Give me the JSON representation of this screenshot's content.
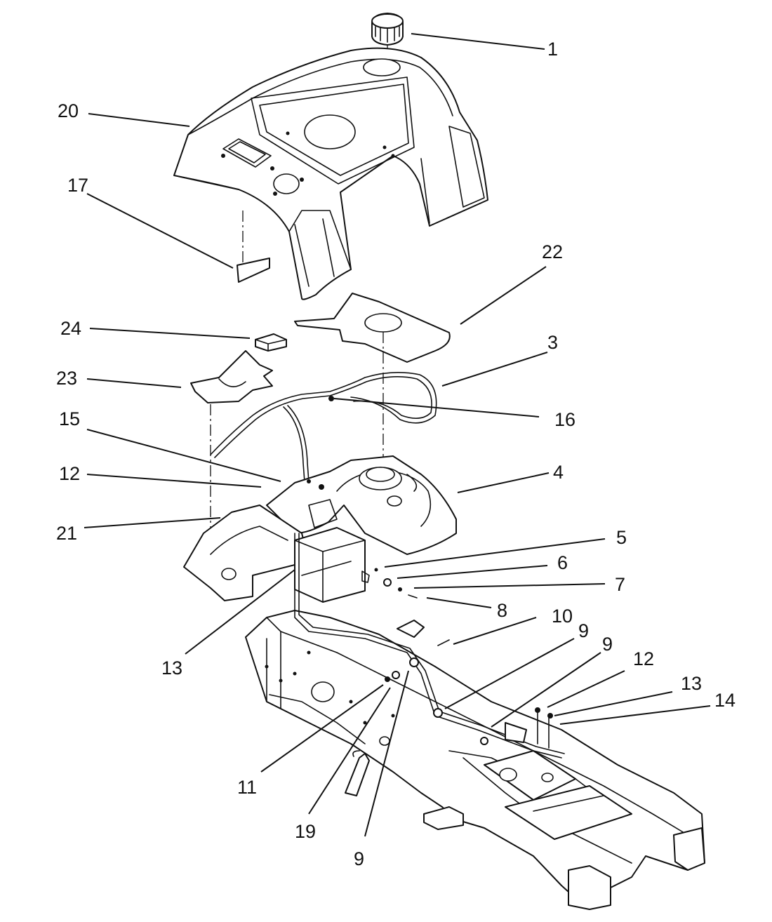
{
  "diagram": {
    "callouts": [
      {
        "id": "c1",
        "label": "1"
      },
      {
        "id": "c20",
        "label": "20"
      },
      {
        "id": "c17",
        "label": "17"
      },
      {
        "id": "c22",
        "label": "22"
      },
      {
        "id": "c24",
        "label": "24"
      },
      {
        "id": "c3",
        "label": "3"
      },
      {
        "id": "c23",
        "label": "23"
      },
      {
        "id": "c16",
        "label": "16"
      },
      {
        "id": "c15",
        "label": "15"
      },
      {
        "id": "c4",
        "label": "4"
      },
      {
        "id": "c12a",
        "label": "12"
      },
      {
        "id": "c21",
        "label": "21"
      },
      {
        "id": "c5",
        "label": "5"
      },
      {
        "id": "c6",
        "label": "6"
      },
      {
        "id": "c7",
        "label": "7"
      },
      {
        "id": "c8",
        "label": "8"
      },
      {
        "id": "c10",
        "label": "10"
      },
      {
        "id": "c9a",
        "label": "9"
      },
      {
        "id": "c9b",
        "label": "9"
      },
      {
        "id": "c12b",
        "label": "12"
      },
      {
        "id": "c13a",
        "label": "13"
      },
      {
        "id": "c13b",
        "label": "13"
      },
      {
        "id": "c14",
        "label": "14"
      },
      {
        "id": "c11",
        "label": "11"
      },
      {
        "id": "c19",
        "label": "19"
      },
      {
        "id": "c9c",
        "label": "9"
      }
    ]
  }
}
